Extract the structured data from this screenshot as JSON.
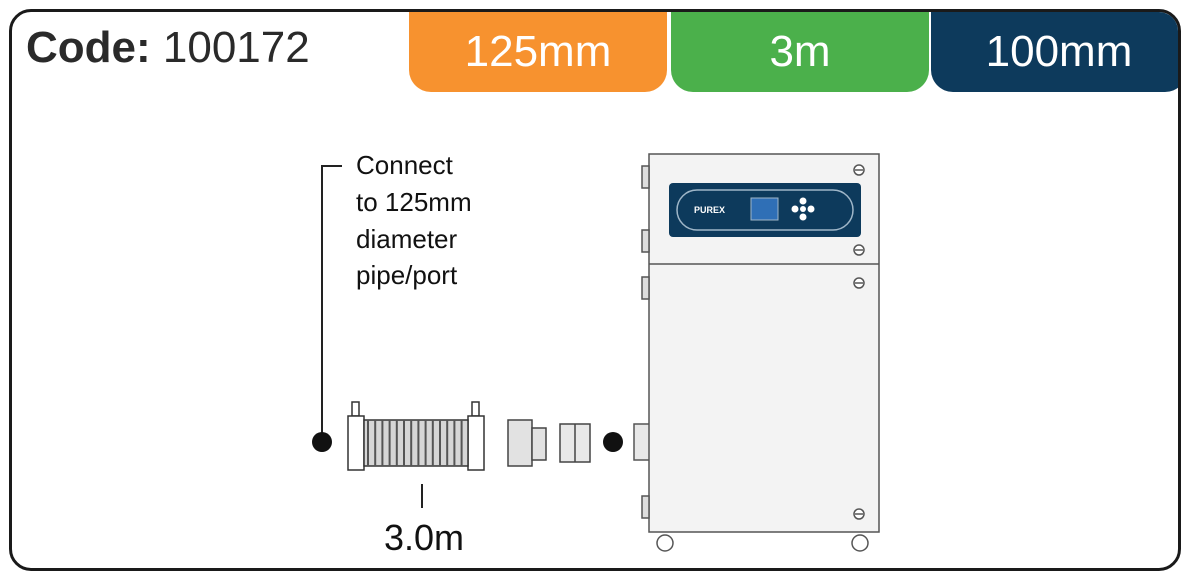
{
  "code_label": "Code:",
  "code_value": "100172",
  "badges": [
    {
      "label": "125mm",
      "color": "#f7922f"
    },
    {
      "label": "3m",
      "color": "#4bb04b"
    },
    {
      "label": "100mm",
      "color": "#0d3a5c"
    }
  ],
  "note_lines": [
    "Connect",
    "to 125mm",
    "diameter",
    "pipe/port"
  ],
  "hose_length": "3.0m",
  "brand": "PUREX",
  "colors": {
    "panel": "#0d3a5c",
    "screen": "#2f6fb6",
    "cabinet": "#f2f2f2",
    "outline": "#333333"
  }
}
